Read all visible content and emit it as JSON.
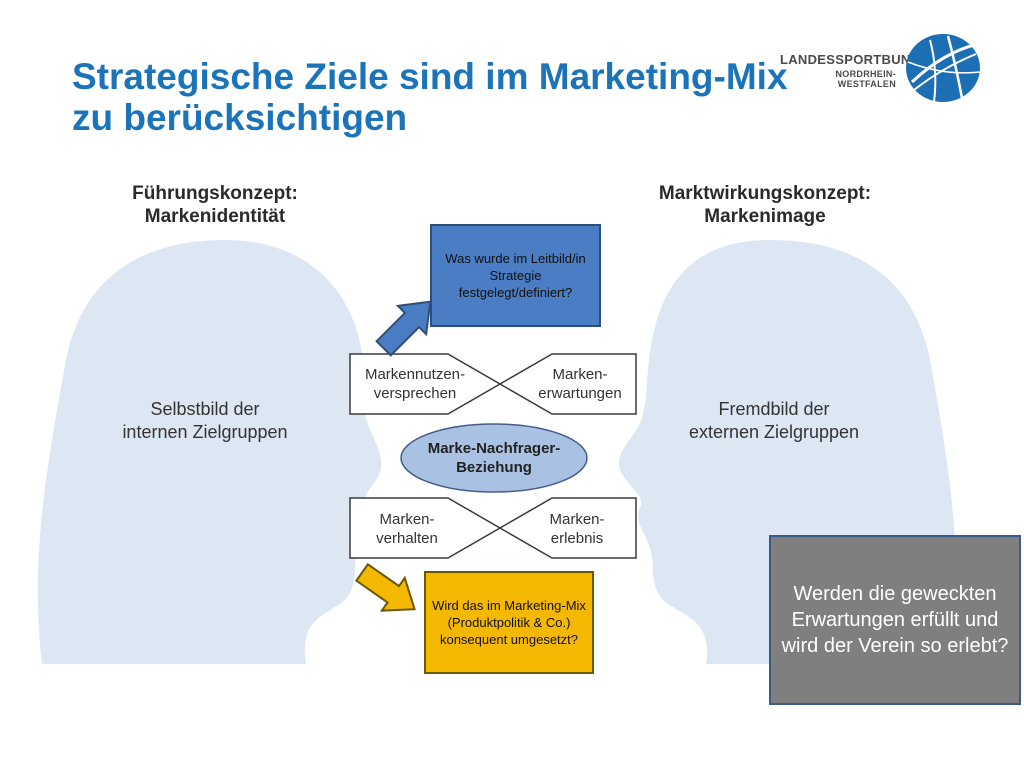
{
  "title": "Strategische Ziele sind im Marketing-Mix zu berücksichtigen",
  "logo": {
    "line1": "LANDESSPORTBUND",
    "line2": "NORDRHEIN-WESTFALEN"
  },
  "diagram": {
    "left_concept": {
      "line1": "Führungskonzept:",
      "line2": "Markenidentität"
    },
    "right_concept": {
      "line1": "Marktwirkungskonzept:",
      "line2": "Markenimage"
    },
    "left_head": {
      "line1": "Selbstbild der",
      "line2": "internen Zielgruppen"
    },
    "right_head": {
      "line1": "Fremdbild der",
      "line2": "externen Zielgruppen"
    },
    "top_left_node": {
      "line1": "Markennutzen-",
      "line2": "versprechen"
    },
    "top_right_node": {
      "line1": "Marken-",
      "line2": "erwartungen"
    },
    "bottom_left_node": {
      "line1": "Marken-",
      "line2": "verhalten"
    },
    "bottom_right_node": {
      "line1": "Marken-",
      "line2": "erlebnis"
    },
    "center": {
      "line1": "Marke-Nachfrager-",
      "line2": "Beziehung"
    }
  },
  "notes": {
    "blue": "Was wurde im Leitbild/in Strategie festgelegt/definiert?",
    "yellow": "Wird das im Marketing-Mix (Produktpolitik & Co.) konsequent umgesetzt?",
    "grey": "Werden die geweckten Erwartungen erfüllt und wird der Verein so erlebt?"
  },
  "colors": {
    "title": "#1b74b9",
    "head": "#dde6f3",
    "ellipse": "#a9c2e4",
    "blue_note": "#4a7dc3",
    "yellow_note": "#f5b800",
    "grey_note": "#7f7f7f"
  }
}
